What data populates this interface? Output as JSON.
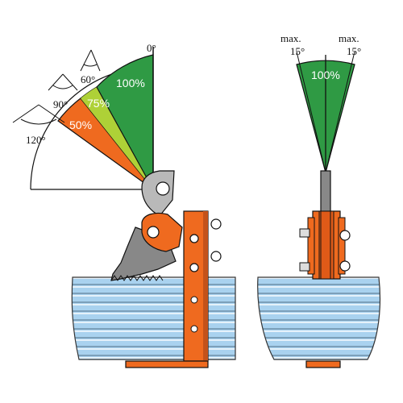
{
  "colors": {
    "green": "#2f9a44",
    "lime": "#aed137",
    "orange": "#ef6a1f",
    "plate_fill": "#a9d2ef",
    "plate_line": "#4f6f86",
    "clamp_grey": "#888888",
    "outline": "#111111"
  },
  "left_view": {
    "angle_zero_label": "0°",
    "sectors": [
      {
        "label": "100%",
        "angle_label": "60°",
        "color": "green"
      },
      {
        "label": "75%",
        "angle_label": "90°",
        "color": "lime"
      },
      {
        "label": "50%",
        "angle_label": "120°",
        "color": "orange"
      }
    ]
  },
  "right_view": {
    "left_limit_label": [
      "max.",
      "15°"
    ],
    "right_limit_label": [
      "max.",
      "15°"
    ],
    "sector_label": "100%",
    "max_tilt_deg": 15
  },
  "icons": {
    "clamp_left": "vertical-plate-lifting-clamp-side-view",
    "clamp_right": "vertical-plate-lifting-clamp-front-view",
    "plate_stack": "steel-plate-stack"
  }
}
